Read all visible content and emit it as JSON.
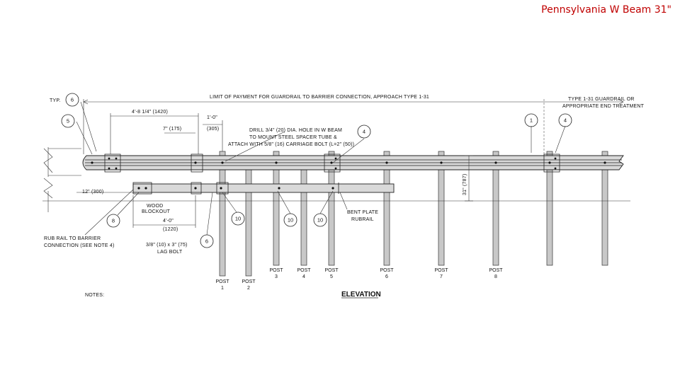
{
  "slide": {
    "title": "Pennsylvania W Beam 31\""
  },
  "drawing": {
    "heading": "ELEVATION",
    "notes_label": "NOTES:",
    "payment_limit": "LIMIT OF PAYMENT FOR GUARDRAIL TO BARRIER CONNECTION, APPROACH TYPE 1-31",
    "type_end_line1": "TYPE 1-31 GUARDRAIL OR",
    "type_end_line2": "APPROPRIATE END TREATMENT",
    "typ": "TYP.",
    "dims": {
      "d1": "4'-8 1/4\" (1420)",
      "d2": "1'-0\"",
      "d2b": "(305)",
      "d3": "7\" (175)",
      "d4": "12\" (300)",
      "d5": "4'-0\"",
      "d5b": "(1220)",
      "height": "31\" (787)"
    },
    "notes_text": {
      "drill_1": "DRILL 3/4\" (20) DIA. HOLE IN W BEAM",
      "drill_2": "TO MOUNT STEEL SPACER TUBE &",
      "drill_3": "ATTACH WITH 5/8\" (16) CARRIAGE BOLT (L=2\" (50))",
      "wood_1": "WOOD",
      "wood_2": "BLOCKOUT",
      "rub_1": "RUB RAIL TO BARRIER",
      "rub_2": "CONNECTION (SEE NOTE 4)",
      "lag_1": "3/8\" (10) x 3\" (75)",
      "lag_2": "LAG BOLT",
      "bent_1": "BENT PLATE",
      "bent_2": "RUBRAIL"
    },
    "callouts": {
      "c6a": "6",
      "c5": "5",
      "c4a": "4",
      "c1": "1",
      "c4b": "4",
      "c8": "8",
      "c10a": "10",
      "c10b": "10",
      "c10c": "10",
      "c6b": "6"
    },
    "posts": {
      "p1_a": "POST",
      "p1_b": "1",
      "p2_a": "POST",
      "p2_b": "2",
      "p3_a": "POST",
      "p3_b": "3",
      "p4_a": "POST",
      "p4_b": "4",
      "p5_a": "POST",
      "p5_b": "5",
      "p6_a": "POST",
      "p6_b": "6",
      "p7_a": "POST",
      "p7_b": "7",
      "p8_a": "POST",
      "p8_b": "8"
    }
  }
}
